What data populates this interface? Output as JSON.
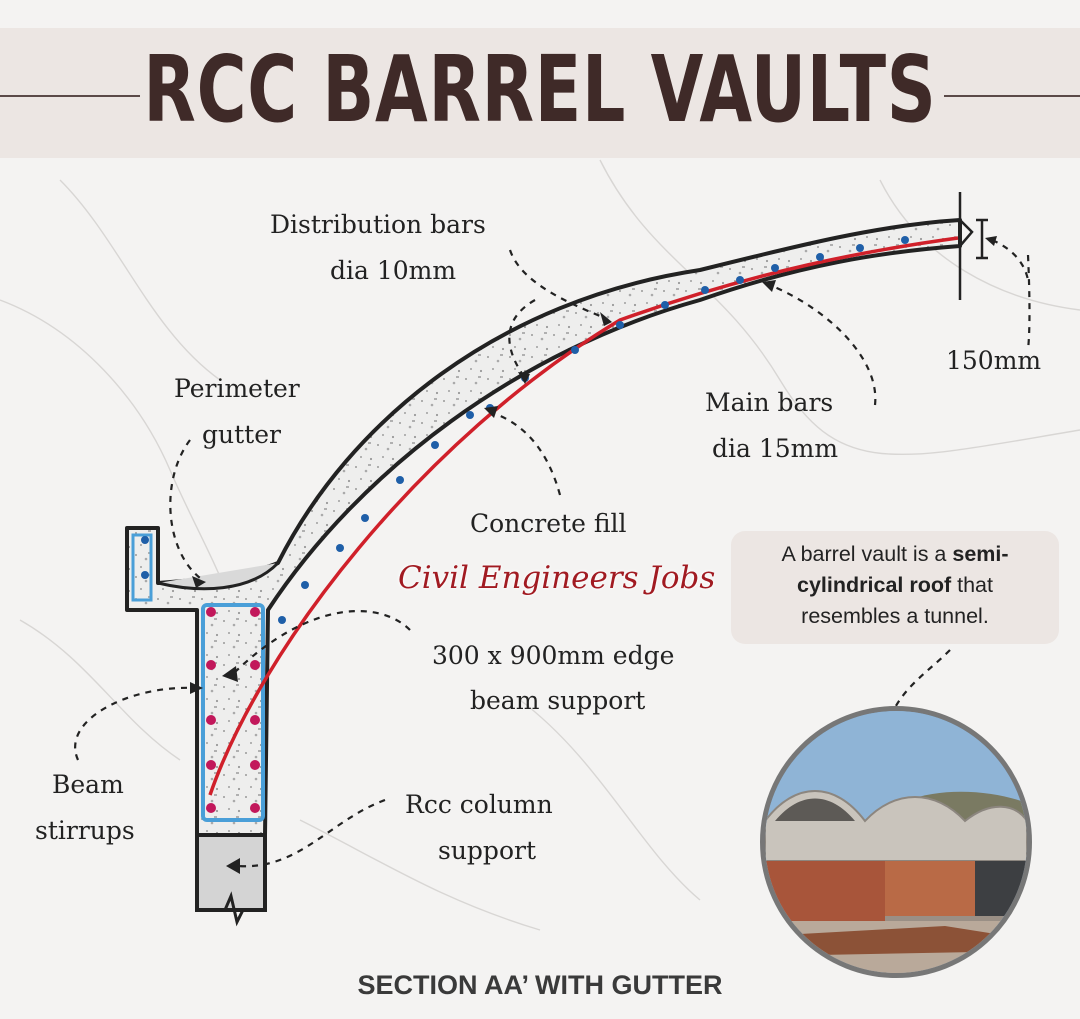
{
  "title": "RCC BARREL VAULTS",
  "labels": {
    "distribution_bars": "Distribution bars",
    "distribution_dia": "dia 10mm",
    "thickness": "150mm",
    "main_bars": "Main bars",
    "main_dia": "dia 15mm",
    "perimeter": "Perimeter",
    "gutter": "gutter",
    "concrete_fill": "Concrete fill",
    "edge_beam_1": "300 x 900mm edge",
    "edge_beam_2": "beam support",
    "beam": "Beam",
    "stirrups": "stirrups",
    "rcc_column": "Rcc column",
    "support": "support"
  },
  "watermark": "Civil Engineers Jobs",
  "callout": {
    "text_1": "A barrel vault is a ",
    "bold_1": "semi-",
    "bold_2": "cylindrical roof",
    "text_2": " that",
    "text_3": "resembles a tunnel."
  },
  "caption": "SECTION AA’ WITH GUTTER",
  "colors": {
    "title": "#3f2a28",
    "rebar_main": "#d0202a",
    "rebar_distribution": "#1f5fa8",
    "stirrup": "#4a9fd8",
    "callout_bg": "#ece6e3"
  }
}
